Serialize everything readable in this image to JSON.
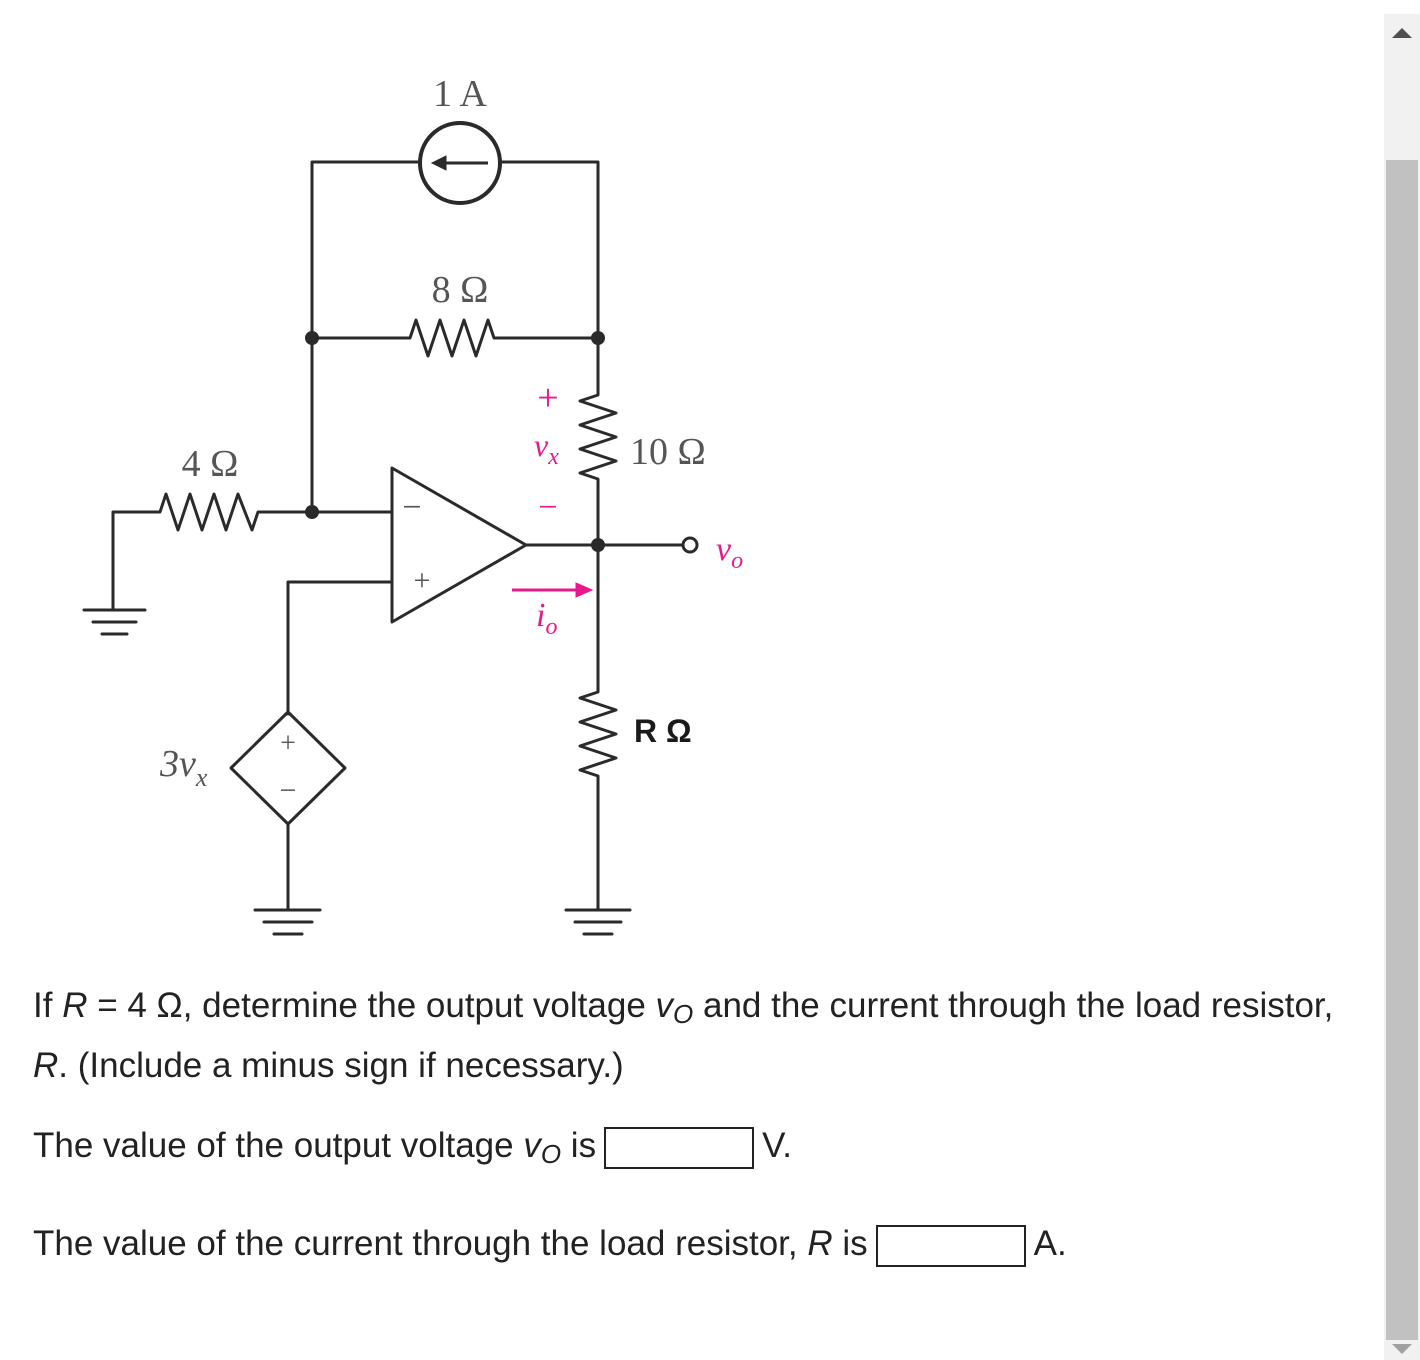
{
  "circuit": {
    "current_source": "1 A",
    "r8": "8 Ω",
    "r10": "10 Ω",
    "r4": "4 Ω",
    "r_load": "R Ω",
    "dep_source": "3v",
    "dep_source_sub": "x",
    "vx": "v",
    "vx_sub": "x",
    "io": "i",
    "io_sub": "o",
    "vo": "v",
    "vo_sub": "o",
    "plus": "+",
    "minus": "−",
    "colors": {
      "wire": "#2a2a2a",
      "accent": "#e8198b"
    }
  },
  "question": {
    "part1": "If ",
    "r_var": "R",
    "part2": " = 4 Ω, determine the output voltage ",
    "vo_var": "v",
    "vo_sub": "O",
    "part3": " and the current through the load resistor, ",
    "r_var2": "R",
    "part4": ". (Include a minus sign if necessary.)"
  },
  "answer1": {
    "prefix": "The value of the output voltage ",
    "var": "v",
    "sub": "O",
    "is": " is",
    "unit": "V."
  },
  "answer2": {
    "prefix": "The value of the current through the load resistor, ",
    "var": "R",
    "is": " is",
    "unit": "A."
  }
}
